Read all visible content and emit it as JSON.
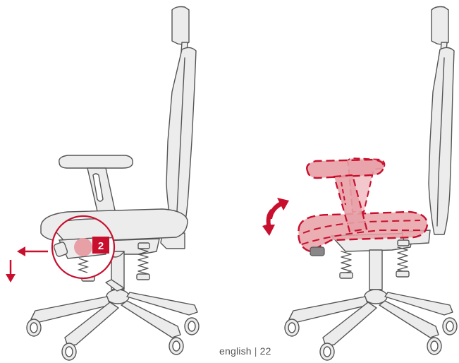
{
  "footer": {
    "language": "english",
    "separator": "|",
    "page_number": "22"
  },
  "callout": {
    "step_number": "2"
  },
  "colors": {
    "accent_red": "#c8102e",
    "highlight_pink": "#e7a0a6",
    "chair_fill": "#ececec",
    "chair_stroke": "#555555"
  },
  "icons": {
    "left_figure": [
      "lever-pull-arrow-icon",
      "push-down-arrow-icon",
      "zoom-callout-icon"
    ],
    "right_figure": [
      "rotate-tilt-arrows-icon"
    ]
  }
}
